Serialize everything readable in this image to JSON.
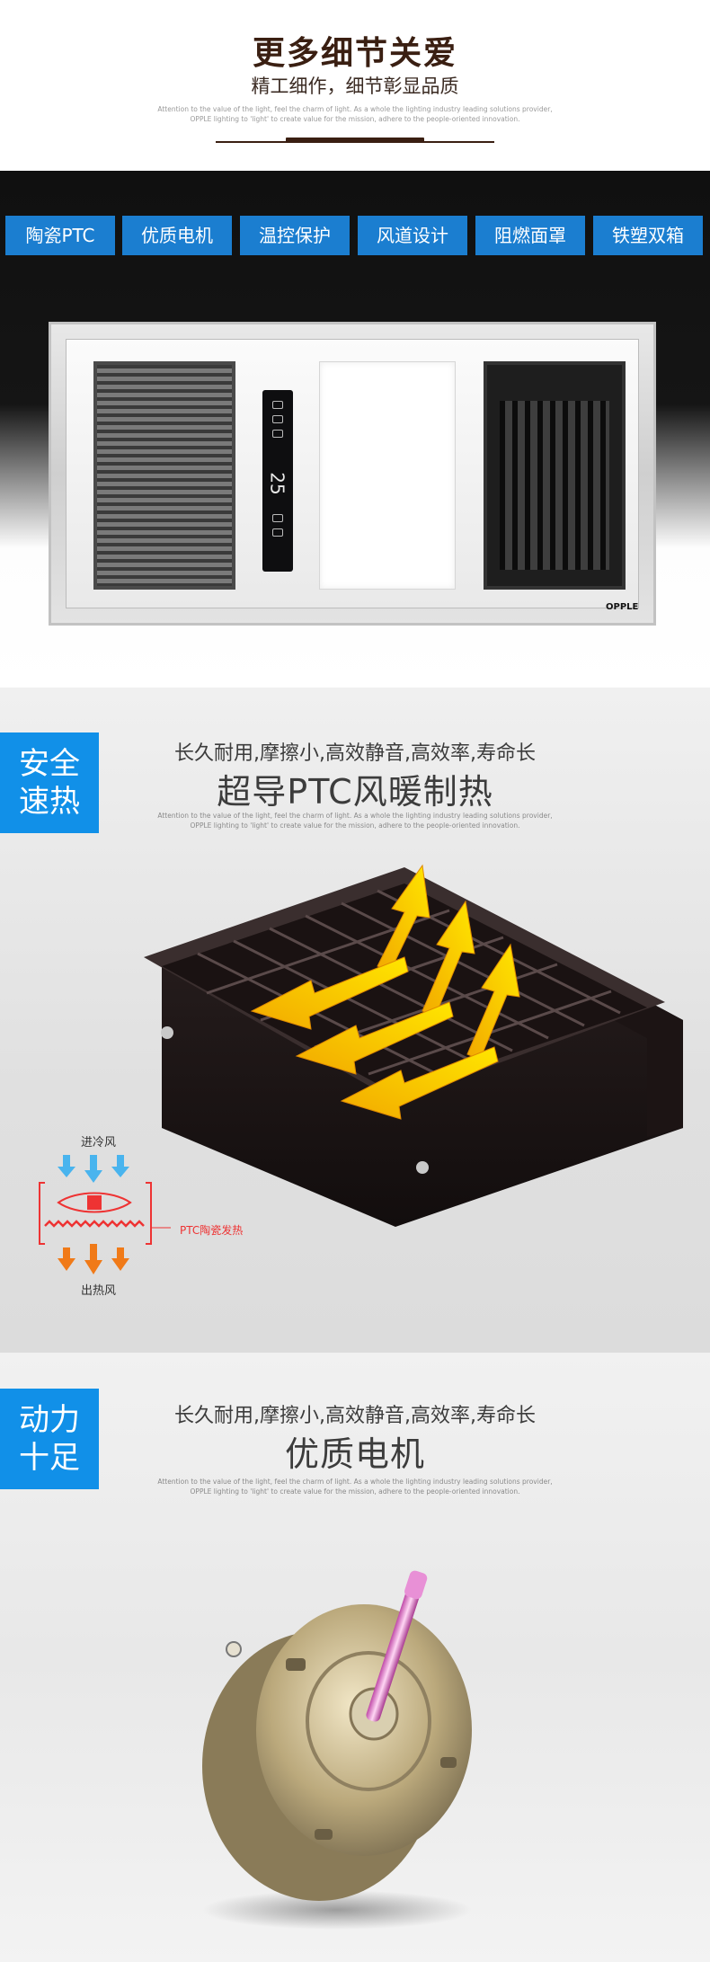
{
  "header": {
    "title": "更多细节关爱",
    "subtitle": "精工细作，细节彰显品质",
    "en_line1": "Attention to the value of the light, feel the charm of light. As a whole the lighting industry leading solutions provider,",
    "en_line2": "OPPLE lighting to 'light' to create value for the mission, adhere to the people-oriented innovation."
  },
  "product": {
    "tabs": [
      "陶瓷PTC",
      "优质电机",
      "温控保护",
      "风道设计",
      "阻燃面罩",
      "铁塑双箱"
    ],
    "display_digits": "25",
    "brand": "OPPLE",
    "colors": {
      "tab": "#1b7ed0"
    }
  },
  "section_ptc": {
    "badge": [
      "安全",
      "速热"
    ],
    "line1": "长久耐用,摩擦小,高效静音,高效率,寿命长",
    "line2": "超导PTC风暖制热",
    "en_line1": "Attention to the value of the light, feel the charm of light. As a whole the lighting industry leading solutions provider,",
    "en_line2": "OPPLE lighting to 'light' to create value for the mission, adhere to the people-oriented innovation.",
    "legend": {
      "in": "进冷风",
      "out": "出热风",
      "heater": "PTC陶瓷发热"
    }
  },
  "section_motor": {
    "badge": [
      "动力",
      "十足"
    ],
    "line1": "长久耐用,摩擦小,高效静音,高效率,寿命长",
    "line2": "优质电机",
    "en_line1": "Attention to the value of the light, feel the charm of light. As a whole the lighting industry leading solutions provider,",
    "en_line2": "OPPLE lighting to 'light' to create value for the mission, adhere to the people-oriented innovation."
  }
}
